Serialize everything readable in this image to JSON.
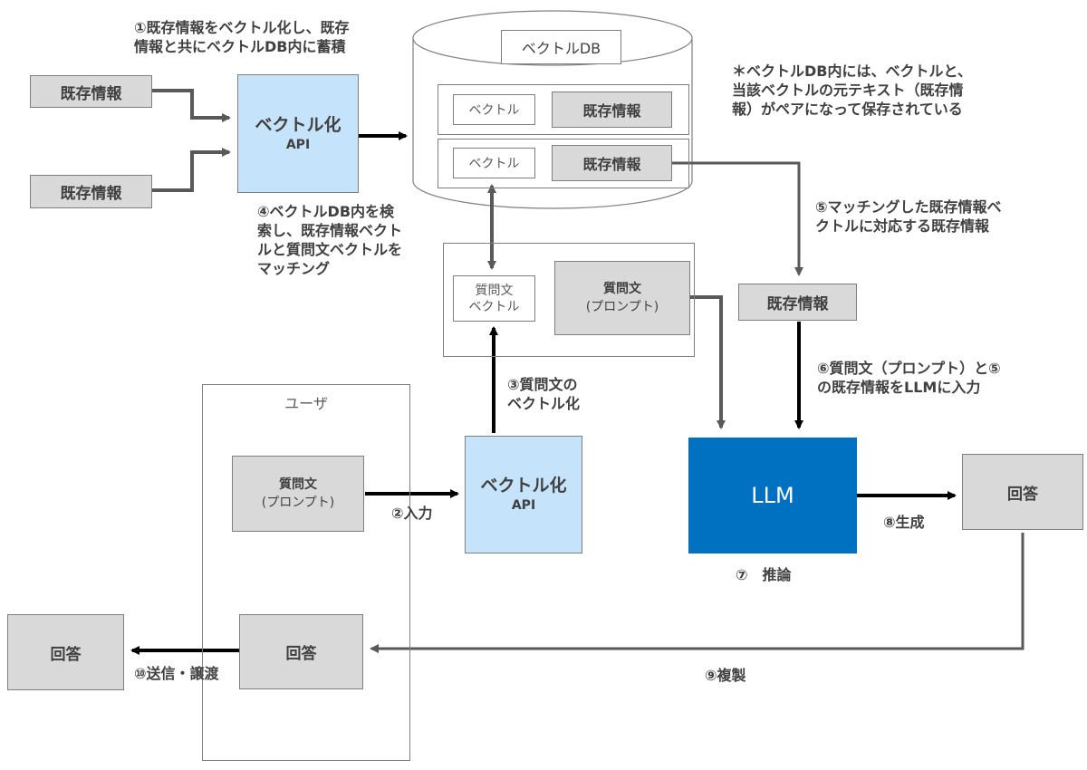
{
  "nodes": {
    "existing_info_in_1": "既存情報",
    "existing_info_in_2": "既存情報",
    "vector_api_top_title": "ベクトル化",
    "vector_api_top_sub": "API",
    "vector_db_title": "ベクトルDB",
    "db_row1_vector": "ベクトル",
    "db_row1_info": "既存情報",
    "db_row2_vector": "ベクトル",
    "db_row2_info": "既存情報",
    "query_vector_line1": "質問文",
    "query_vector_line2": "ベクトル",
    "prompt_top_line1": "質問文",
    "prompt_top_line2": "(プロンプト)",
    "matched_info": "既存情報",
    "user_title": "ユーザ",
    "prompt_user_line1": "質問文",
    "prompt_user_line2": "(プロンプト)",
    "vector_api_bottom_title": "ベクトル化",
    "vector_api_bottom_sub": "API",
    "llm": "LLM",
    "answer_right": "回答",
    "answer_user": "回答",
    "answer_left": "回答"
  },
  "annotations": {
    "step1_line1": "①既存情報をベクトル化し、既存",
    "step1_line2": "情報と共にベクトルDB内に蓄積",
    "note_line1": "＊ベクトルDB内には、ベクトルと、",
    "note_line2": "当該ベクトルの元テキスト（既存情",
    "note_line3": "報）がペアになって保存されている",
    "step4_line1": "④ベクトルDB内を検",
    "step4_line2": "索し、既存情報ベクト",
    "step4_line3": "ルと質問文ベクトルを",
    "step4_line4": "マッチング",
    "step5_line1": "⑤マッチングした既存情報ベ",
    "step5_line2": "クトルに対応する既存情報",
    "step3_line1": "③質問文の",
    "step3_line2": "ベクトル化",
    "step6_line1": "⑥質問文（プロンプト）と⑤",
    "step6_line2": "の既存情報をLLMに入力",
    "step2": "②入力",
    "step8": "⑧生成",
    "step7": "⑦　推論",
    "step9": "⑨複製",
    "step10": "⑩送信・譲渡"
  },
  "colors": {
    "gray_box": "#d9d9d9",
    "api_box": "#c5e3fb",
    "llm_box": "#0070c0",
    "arrow_dark": "#000000",
    "arrow_gray": "#595959"
  }
}
